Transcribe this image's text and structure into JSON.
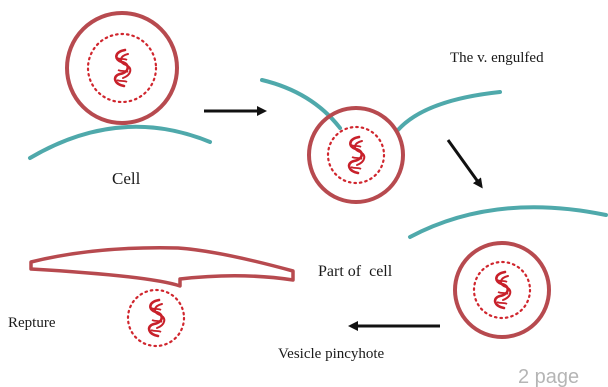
{
  "labels": {
    "engulfed": "The v. engulfed",
    "cell": "Cell",
    "part_of_cell": "Part of  cell",
    "repture": "Repture",
    "vesicle": "Vesicle pincyhote"
  },
  "footer": {
    "page_fragment": "2 page"
  },
  "colors": {
    "membrane": "#4fa9ab",
    "vesicle_outline": "#b74a4f",
    "nucleus_dots": "#d0262e",
    "dna": "#c8202a",
    "arrow": "#111111",
    "text": "#1a1a1a"
  }
}
